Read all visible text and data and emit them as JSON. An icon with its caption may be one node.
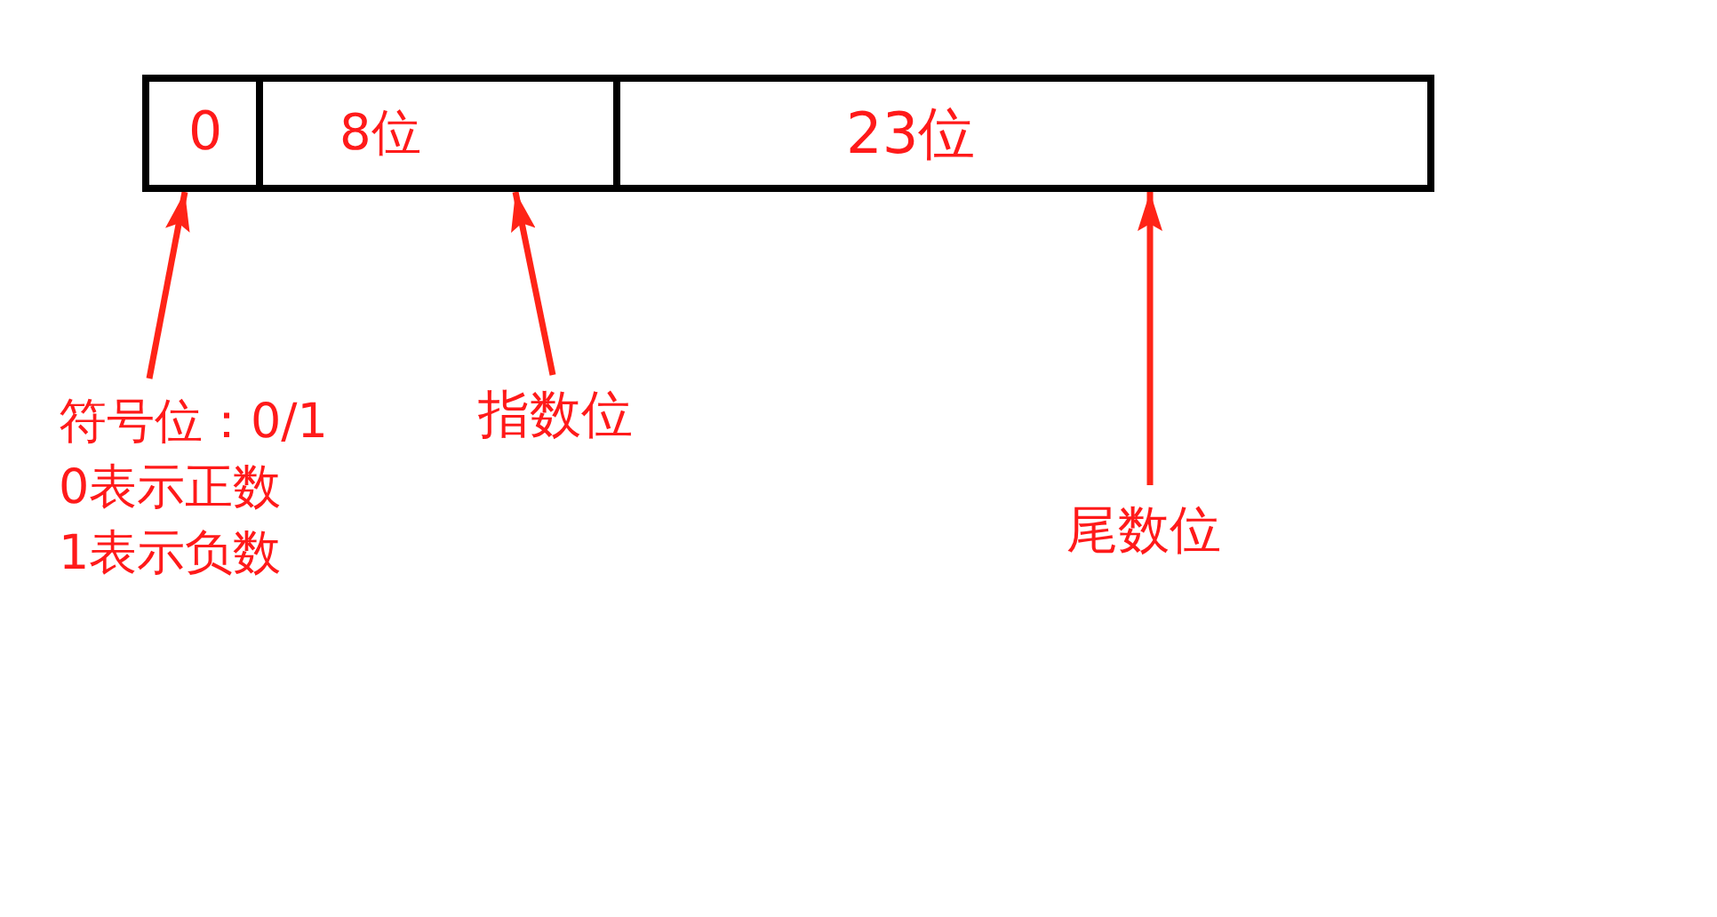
{
  "diagram": {
    "nodes": [
      {
        "text": [
          "0"
        ]
      },
      {
        "text": [
          "8位"
        ]
      },
      {
        "text": [
          "23位"
        ]
      },
      {
        "text": [
          "符号位：0/1",
          "0表示正数",
          "1表示负数"
        ]
      },
      {
        "text": [
          "指数位"
        ]
      },
      {
        "text": [
          "尾数位"
        ]
      }
    ],
    "edges": [
      {
        "from": 3,
        "to": 0,
        "arrow": "to"
      },
      {
        "from": 4,
        "to": 1,
        "arrow": "to"
      },
      {
        "from": 5,
        "to": 2,
        "arrow": "to"
      }
    ]
  }
}
